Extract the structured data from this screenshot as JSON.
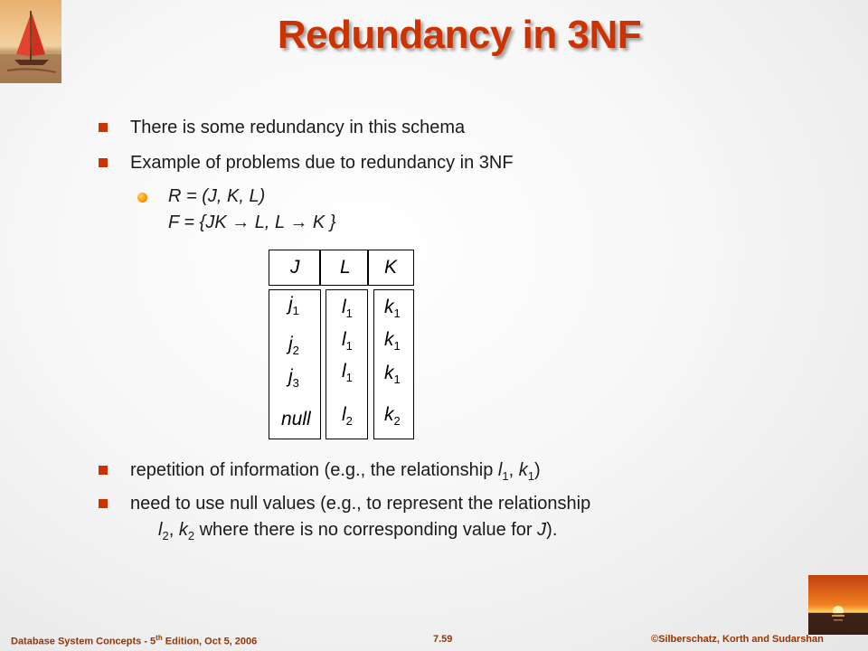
{
  "slide": {
    "title": "Redundancy  in 3NF",
    "bullets": [
      "There is some redundancy in this schema",
      "Example of problems due to redundancy in 3NF"
    ],
    "sub_line1": "R = (J, K, L)",
    "sub_line2": "F = {JK → L, L → K }",
    "bullet3": {
      "text": "repetition of information (e.g., the relationship ",
      "l": "l",
      "l_sub": "1",
      "comma": ", ",
      "k": "k",
      "k_sub": "1",
      "close": ")"
    },
    "bullet4": {
      "line1": "need to use null values (e.g., to represent the relationship",
      "l": "l",
      "l_sub": "2",
      "comma": ", ",
      "k": "k",
      "k_sub": "2",
      "rest": " where there is no corresponding value for ",
      "j": "J",
      "end": ")."
    }
  },
  "table": {
    "headers": [
      "J",
      "L",
      "K"
    ],
    "columns": {
      "J": [
        {
          "base": "j",
          "sub": "1"
        },
        {
          "base": "j",
          "sub": "2"
        },
        {
          "base": "j",
          "sub": "3"
        },
        {
          "base": "null",
          "sub": ""
        }
      ],
      "L": [
        {
          "base": "l",
          "sub": "1"
        },
        {
          "base": "l",
          "sub": "1"
        },
        {
          "base": "l",
          "sub": "1"
        },
        {
          "base": "l",
          "sub": "2"
        }
      ],
      "K": [
        {
          "base": "k",
          "sub": "1"
        },
        {
          "base": "k",
          "sub": "1"
        },
        {
          "base": "k",
          "sub": "1"
        },
        {
          "base": "k",
          "sub": "2"
        }
      ]
    }
  },
  "footer": {
    "left_a": "Database  System Concepts  - 5",
    "left_sup": "th",
    "left_b": " Edition, Oct 5, 2006",
    "center": "7.59",
    "right": "©Silberschatz, Korth and Sudarshan"
  },
  "colors": {
    "title": "#cc3300",
    "bullet": "#cc3300",
    "sub_bullet": "#ff9900",
    "footer": "#993300"
  }
}
